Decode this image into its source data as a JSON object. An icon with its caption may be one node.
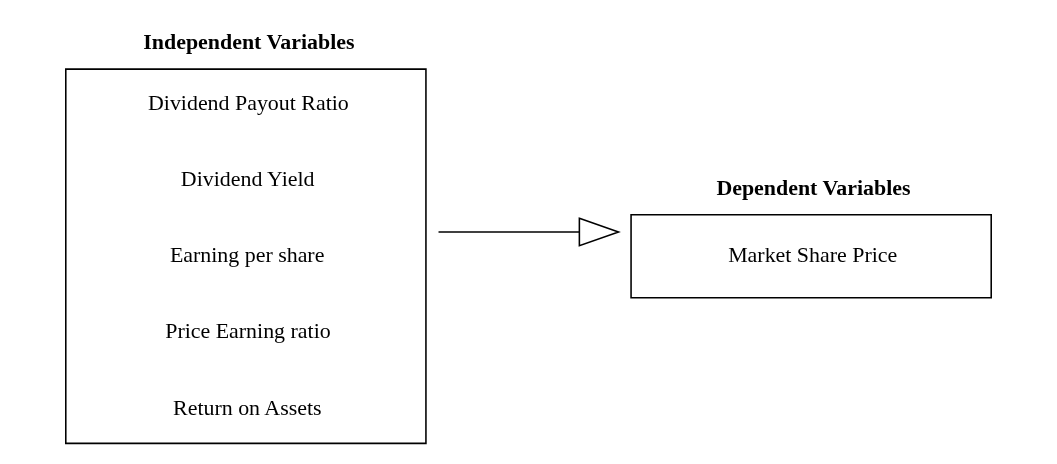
{
  "diagram": {
    "nodes": [
      {
        "text": [
          "Independent Variables",
          "Dividend Payout Ratio",
          "Dividend Yield",
          "Earning per share",
          "Price Earning ratio",
          "Return on Assets"
        ]
      },
      {
        "text": [
          "Dependent Variables",
          "Market Share Price"
        ]
      }
    ],
    "edges": [
      {
        "from": 0,
        "to": 1,
        "arrow": "to"
      }
    ]
  }
}
